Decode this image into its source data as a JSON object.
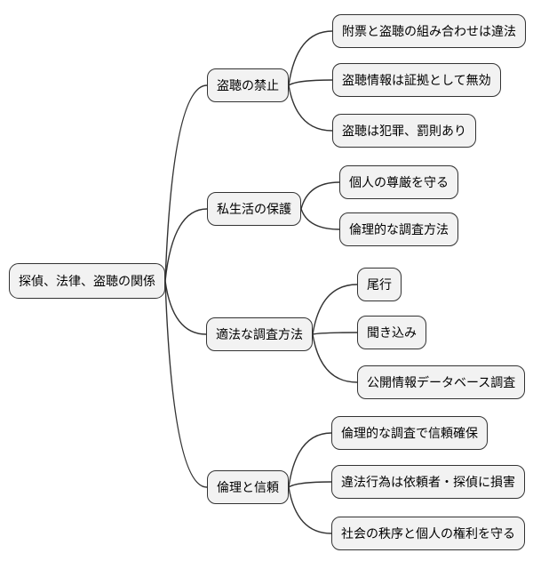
{
  "diagram": {
    "title": "探偵、法律、盗聴の関係",
    "colors": {
      "background": "#ffffff",
      "node_fill": "#f2f2f2",
      "node_border": "#333333",
      "edge": "#333333",
      "text": "#000000"
    },
    "root": {
      "label": "探偵、法律、盗聴の関係"
    },
    "branches": [
      {
        "label": "盗聴の禁止",
        "children": [
          {
            "label": "附票と盗聴の組み合わせは違法"
          },
          {
            "label": "盗聴情報は証拠として無効"
          },
          {
            "label": "盗聴は犯罪、罰則あり"
          }
        ]
      },
      {
        "label": "私生活の保護",
        "children": [
          {
            "label": "個人の尊厳を守る"
          },
          {
            "label": "倫理的な調査方法"
          }
        ]
      },
      {
        "label": "適法な調査方法",
        "children": [
          {
            "label": "尾行"
          },
          {
            "label": "聞き込み"
          },
          {
            "label": "公開情報データベース調査"
          }
        ]
      },
      {
        "label": "倫理と信頼",
        "children": [
          {
            "label": "倫理的な調査で信頼確保"
          },
          {
            "label": "違法行為は依頼者・探偵に損害"
          },
          {
            "label": "社会の秩序と個人の権利を守る"
          }
        ]
      }
    ]
  }
}
